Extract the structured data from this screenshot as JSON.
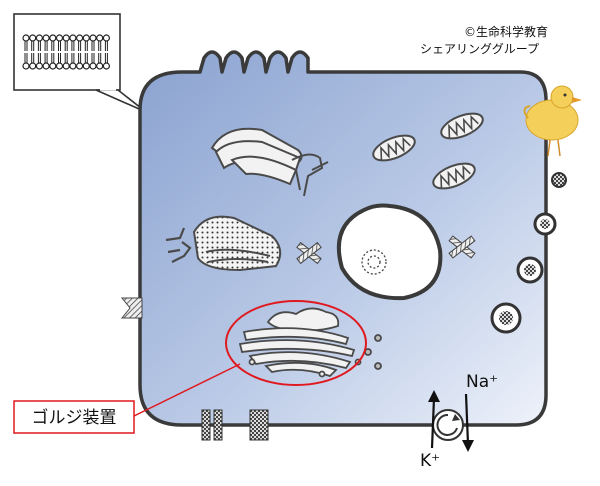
{
  "credit": {
    "line1": "©生命科学教育",
    "line2": "シェアリンググループ"
  },
  "label": {
    "golgi": "ゴルジ装置"
  },
  "ions": {
    "na": "Na⁺",
    "k": "K⁺"
  },
  "colors": {
    "cell_outline": "#3a3a3a",
    "cytoplasm_top": "#8fa6d2",
    "cytoplasm_bottom": "#e8eef8",
    "highlight": "#e0191f",
    "organelle_fill": "#f2f2f2",
    "organelle_stroke": "#4a4a4a"
  },
  "icons": [
    "membrane-bilayer-icon",
    "chick-mascot-icon",
    "transporter-pump-icon",
    "up-arrow-icon",
    "down-arrow-icon"
  ]
}
